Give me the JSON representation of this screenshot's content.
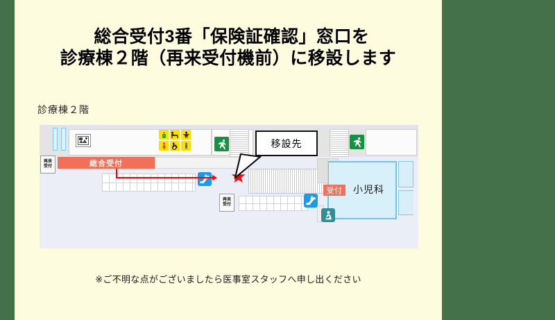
{
  "slide": {
    "background_color": "#fdfcdf",
    "outer_background_color": "#44704a"
  },
  "title": {
    "line1": "総合受付3番「保険証確認」窓口を",
    "line2": "診療棟２階（再来受付機前）に移設します"
  },
  "floor_caption": "診療棟２階",
  "map": {
    "callout": {
      "label": "移設先",
      "marker": "★",
      "marker_color": "#ff0000"
    },
    "reception_bar": {
      "label": "総合受付",
      "color": "#f0705a"
    },
    "kiosk_left": {
      "line1": "再来",
      "line2": "受付"
    },
    "kiosk_mid": {
      "line1": "再来",
      "line2": "受付"
    },
    "pediatrics": {
      "reception_badge": "受付",
      "room_label": "小児科"
    },
    "icons": [
      {
        "name": "nursing-room-icon",
        "color": "#ffe000"
      },
      {
        "name": "baby-changing-icon",
        "color": "#ffe000"
      },
      {
        "name": "ostomate-icon",
        "color": "#ffe000"
      },
      {
        "name": "womens-toilet-icon",
        "color": "#ffe000"
      },
      {
        "name": "wheelchair-icon",
        "color": "#ffe000"
      },
      {
        "name": "mens-toilet-icon",
        "color": "#ffe000"
      },
      {
        "name": "emergency-exit-icon",
        "color": "#149241"
      },
      {
        "name": "escalator-icon",
        "color": "#1a9ae8"
      },
      {
        "name": "baby-room-icon",
        "color": "#2e8f98"
      }
    ]
  },
  "footer_note": "※ご不明な点がございましたら医事室スタッフへ申し出ください"
}
